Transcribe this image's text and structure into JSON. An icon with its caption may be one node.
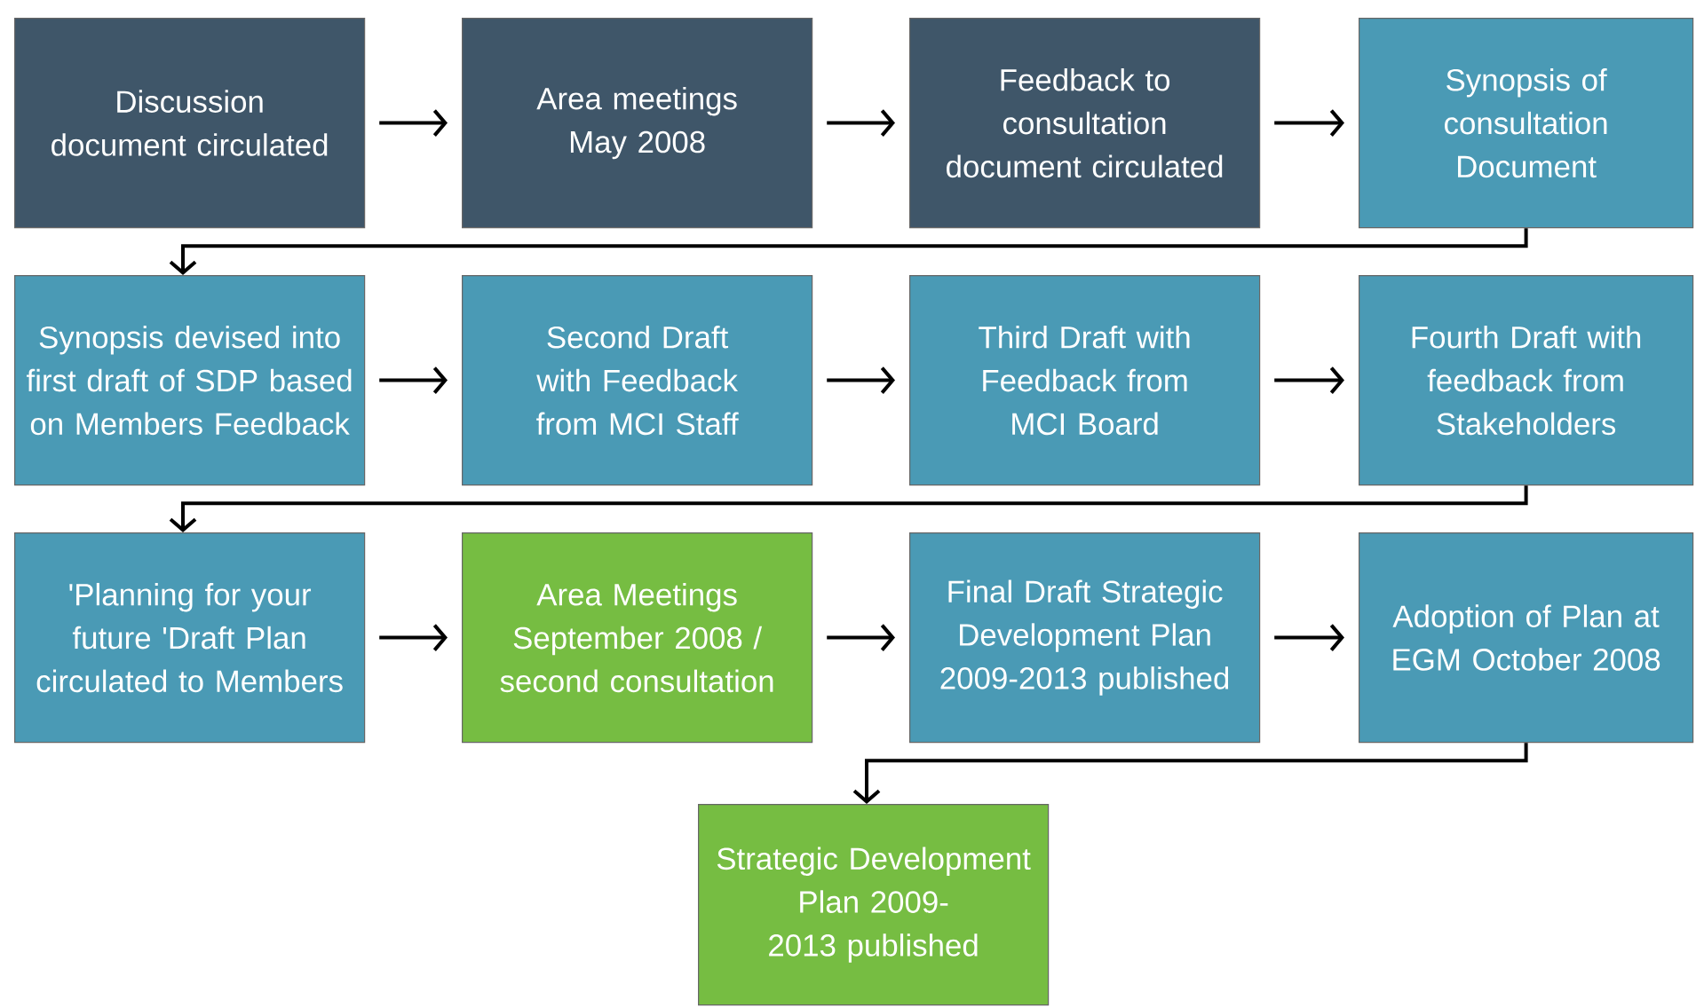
{
  "diagram": {
    "nodes": [
      {
        "text": [
          "Discussion document circulated"
        ]
      },
      {
        "text": [
          "Area meetings May 2008"
        ]
      },
      {
        "text": [
          "Feedback to consultation document circulated"
        ]
      },
      {
        "text": [
          "Synopsis of consultation Document"
        ]
      },
      {
        "text": [
          "Synopsis devised into first draft of SDP based on Members Feedback"
        ]
      },
      {
        "text": [
          "Second Draft with Feedback from MCI Staff"
        ]
      },
      {
        "text": [
          "Third Draft with Feedback from MCI Board"
        ]
      },
      {
        "text": [
          "Fourth Draft with feedback from Stakeholders"
        ]
      },
      {
        "text": [
          "'Planning for your future 'Draft Plan circulated to Members"
        ]
      },
      {
        "text": [
          "Area Meetings September 2008 / second consultation"
        ]
      },
      {
        "text": [
          "Final Draft Strategic Development Plan 2009-2013 published"
        ]
      },
      {
        "text": [
          "Adoption of Plan at EGM October 2008"
        ]
      },
      {
        "text": [
          "Strategic Development Plan 2009-2013 published"
        ]
      }
    ],
    "edges": [
      {
        "from": 0,
        "to": 1,
        "arrow": "to"
      },
      {
        "from": 1,
        "to": 2,
        "arrow": "to"
      },
      {
        "from": 2,
        "to": 3,
        "arrow": "to"
      },
      {
        "from": 3,
        "to": 4,
        "arrow": "to"
      },
      {
        "from": 4,
        "to": 5,
        "arrow": "to"
      },
      {
        "from": 5,
        "to": 6,
        "arrow": "to"
      },
      {
        "from": 6,
        "to": 7,
        "arrow": "to"
      },
      {
        "from": 7,
        "to": 8,
        "arrow": "to"
      },
      {
        "from": 8,
        "to": 9,
        "arrow": "to"
      },
      {
        "from": 9,
        "to": 10,
        "arrow": "to"
      },
      {
        "from": 10,
        "to": 11,
        "arrow": "to"
      },
      {
        "from": 11,
        "to": 12,
        "arrow": "to"
      }
    ]
  }
}
